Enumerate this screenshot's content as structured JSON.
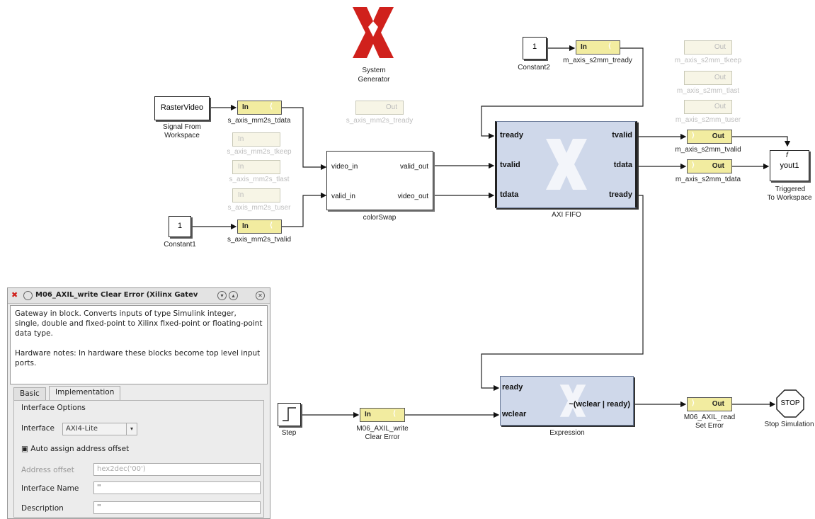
{
  "logo": {
    "caption_line1": "System",
    "caption_line2": "Generator"
  },
  "signal_from_workspace": {
    "label": "RasterVideo",
    "caption_line1": "Signal From",
    "caption_line2": "Workspace"
  },
  "constant1": {
    "value": "1",
    "caption": "Constant1"
  },
  "constant2": {
    "value": "1",
    "caption": "Constant2"
  },
  "gateway_in_label": "In",
  "gateway_out_label": "Out",
  "faded_gateway_label": "Out",
  "faded_gateway_in_label": "In",
  "gateways": {
    "s_axis_mm2s_tdata": "s_axis_mm2s_tdata",
    "s_axis_mm2s_tkeep": "s_axis_mm2s_tkeep",
    "s_axis_mm2s_tlast": "s_axis_mm2s_tlast",
    "s_axis_mm2s_tuser": "s_axis_mm2s_tuser",
    "s_axis_mm2s_tvalid": "s_axis_mm2s_tvalid",
    "s_axis_mm2s_tready": "s_axis_mm2s_tready",
    "m_axis_s2mm_tready": "m_axis_s2mm_tready",
    "m_axis_s2mm_tkeep": "m_axis_s2mm_tkeep",
    "m_axis_s2mm_tlast": "m_axis_s2mm_tlast",
    "m_axis_s2mm_tuser": "m_axis_s2mm_tuser",
    "m_axis_s2mm_tvalid": "m_axis_s2mm_tvalid",
    "m_axis_s2mm_tdata": "m_axis_s2mm_tdata",
    "write_line1": "M06_AXIL_write",
    "write_line2": "Clear Error",
    "read_line1": "M06_AXIL_read",
    "read_line2": "Set Error"
  },
  "colorswap": {
    "in1": "video_in",
    "in2": "valid_in",
    "out1": "valid_out",
    "out2": "video_out",
    "caption": "colorSwap"
  },
  "axi_fifo": {
    "in1": "tready",
    "in2": "tvalid",
    "in3": "tdata",
    "out1": "tvalid",
    "out2": "tdata",
    "out3": "tready",
    "caption": "AXI FIFO"
  },
  "expression": {
    "in1": "ready",
    "in2": "wclear",
    "formula": "~(wclear | ready)",
    "caption": "Expression"
  },
  "to_workspace": {
    "label": "yout1",
    "trigger": "f",
    "caption_line1": "Triggered",
    "caption_line2": "To Workspace"
  },
  "step": {
    "caption": "Step"
  },
  "stop": {
    "label": "STOP",
    "caption": "Stop Simulation"
  },
  "dialog": {
    "title": "M06_AXIL_write Clear Error (Xilinx Gatev",
    "description_p1": "Gateway in block. Converts inputs of type Simulink integer, single, double and fixed-point to Xilinx fixed-point or floating-point data type.",
    "description_p2": "Hardware notes: In hardware these blocks become top level input ports.",
    "tabs": [
      "Basic",
      "Implementation"
    ],
    "section": "Interface Options",
    "interface_label": "Interface",
    "interface_value": "AXI4-Lite",
    "auto_assign_label": "Auto assign address offset",
    "auto_assign_checked": true,
    "address_offset_label": "Address offset",
    "address_offset_value": "hex2dec('00')",
    "interface_name_label": "Interface Name",
    "interface_name_value": "''",
    "description_label": "Description",
    "description_value": "''"
  }
}
